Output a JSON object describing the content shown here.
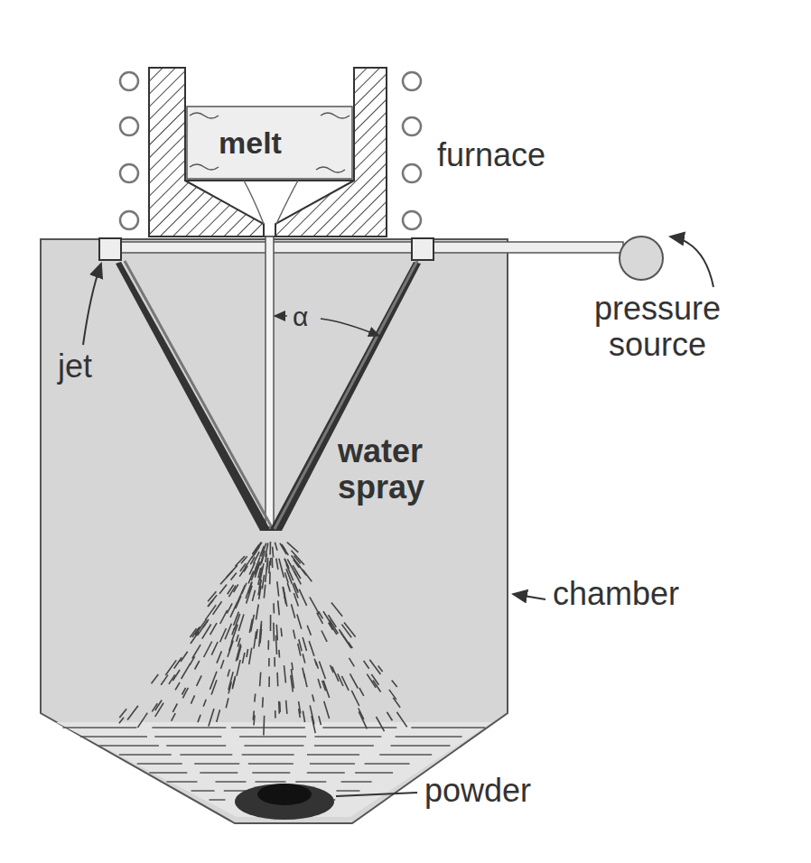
{
  "diagram": {
    "labels": [
      "melt",
      "furnace",
      "pressure source",
      "jet",
      "α",
      "water spray",
      "chamber",
      "powder"
    ]
  }
}
